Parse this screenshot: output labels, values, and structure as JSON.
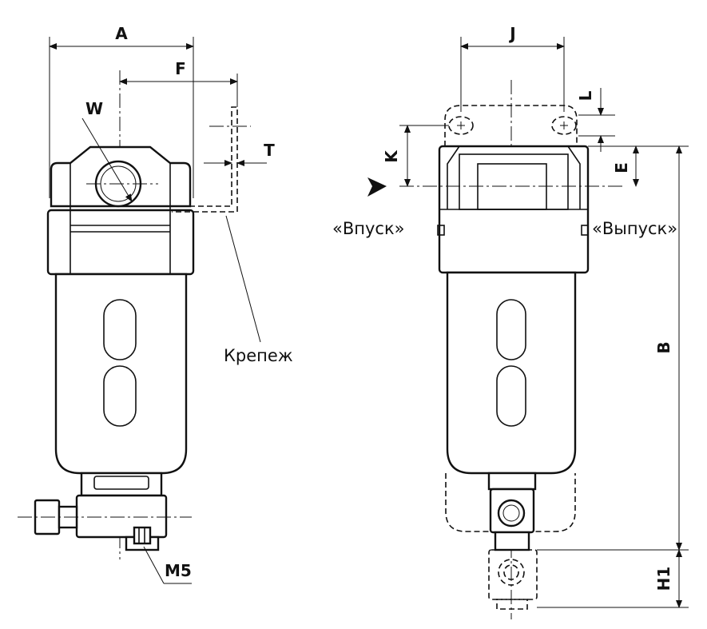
{
  "dimensions": {
    "A": "A",
    "F": "F",
    "W": "W",
    "T": "T",
    "J": "J",
    "L": "L",
    "K": "K",
    "E": "E",
    "B": "B",
    "H1": "H1",
    "M5": "M5"
  },
  "labels": {
    "mount": "Крепеж",
    "inlet": "«Впуск»",
    "outlet": "«Выпуск»"
  }
}
